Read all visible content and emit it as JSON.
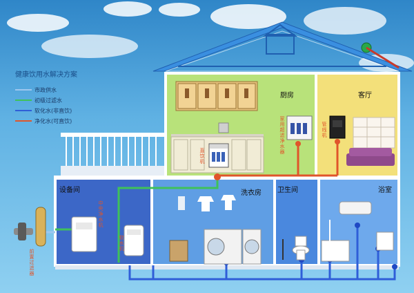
{
  "legend": {
    "title": "健康饮用水解决方案",
    "items": [
      {
        "label": "市政供水",
        "color": "#9ec7ef"
      },
      {
        "label": "初级过滤水",
        "color": "#3fc15a"
      },
      {
        "label": "软化水(非直饮)",
        "color": "#2f5ed8"
      },
      {
        "label": "净化水(可直饮)",
        "color": "#e0552a"
      }
    ]
  },
  "rooms": {
    "kitchen": "厨房",
    "living": "客厅",
    "equipment": "设备间",
    "laundry": "洗衣房",
    "bathroom": "卫生间",
    "shower": "浴室"
  },
  "devices": {
    "drinker": "直饮机",
    "household_ultra": "家用超滤净水器",
    "pipe_machine": "管线机",
    "central_purifier": "中央净水机",
    "softener": "软水机",
    "pre_filter": "前置过滤器"
  }
}
